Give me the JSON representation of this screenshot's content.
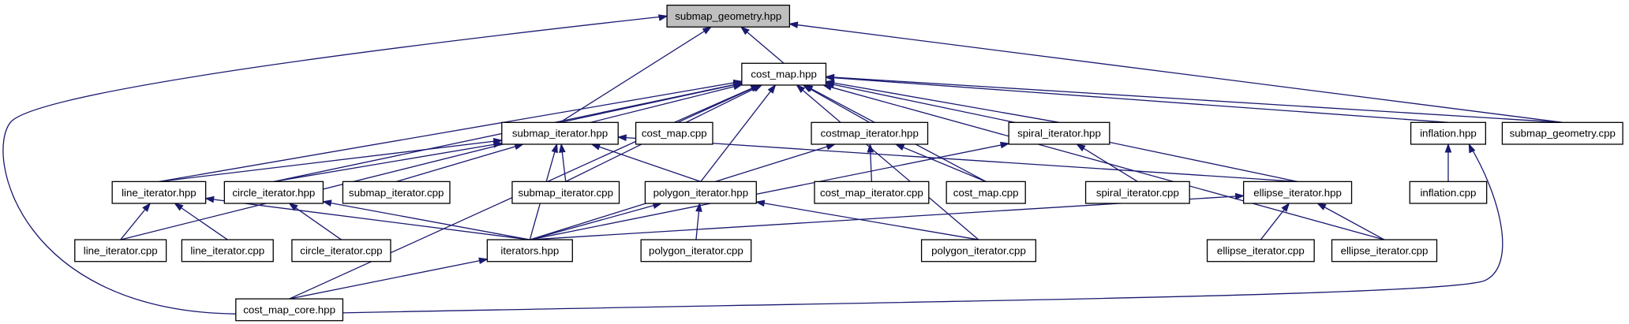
{
  "diagram": {
    "type": "include-dependency-graph",
    "colors": {
      "edge": "#191970",
      "root_fill": "#bfbfbf",
      "node_fill": "#ffffff",
      "node_border": "#000000"
    },
    "nodes": [
      {
        "id": "submap_geometry_hpp",
        "label": "submap_geometry.hpp",
        "root": true
      },
      {
        "id": "cost_map_hpp",
        "label": "cost_map.hpp"
      },
      {
        "id": "submap_iterator_hpp",
        "label": "submap_iterator.hpp"
      },
      {
        "id": "cost_map_cpp_a",
        "label": "cost_map.cpp"
      },
      {
        "id": "costmap_iterator_hpp",
        "label": "costmap_iterator.hpp"
      },
      {
        "id": "spiral_iterator_hpp",
        "label": "spiral_iterator.hpp"
      },
      {
        "id": "inflation_hpp",
        "label": "inflation.hpp"
      },
      {
        "id": "submap_geometry_cpp",
        "label": "submap_geometry.cpp"
      },
      {
        "id": "line_iterator_hpp",
        "label": "line_iterator.hpp"
      },
      {
        "id": "circle_iterator_hpp",
        "label": "circle_iterator.hpp"
      },
      {
        "id": "submap_iterator_cpp_a",
        "label": "submap_iterator.cpp"
      },
      {
        "id": "submap_iterator_cpp_b",
        "label": "submap_iterator.cpp"
      },
      {
        "id": "polygon_iterator_hpp",
        "label": "polygon_iterator.hpp"
      },
      {
        "id": "cost_map_iterator_cpp",
        "label": "cost_map_iterator.cpp"
      },
      {
        "id": "cost_map_cpp_b",
        "label": "cost_map.cpp"
      },
      {
        "id": "spiral_iterator_cpp",
        "label": "spiral_iterator.cpp"
      },
      {
        "id": "ellipse_iterator_hpp",
        "label": "ellipse_iterator.hpp"
      },
      {
        "id": "inflation_cpp",
        "label": "inflation.cpp"
      },
      {
        "id": "line_iterator_cpp_a",
        "label": "line_iterator.cpp"
      },
      {
        "id": "line_iterator_cpp_b",
        "label": "line_iterator.cpp"
      },
      {
        "id": "circle_iterator_cpp",
        "label": "circle_iterator.cpp"
      },
      {
        "id": "iterators_hpp",
        "label": "iterators.hpp"
      },
      {
        "id": "polygon_iterator_cpp_a",
        "label": "polygon_iterator.cpp"
      },
      {
        "id": "polygon_iterator_cpp_b",
        "label": "polygon_iterator.cpp"
      },
      {
        "id": "ellipse_iterator_cpp_a",
        "label": "ellipse_iterator.cpp"
      },
      {
        "id": "ellipse_iterator_cpp_b",
        "label": "ellipse_iterator.cpp"
      },
      {
        "id": "cost_map_core_hpp",
        "label": "cost_map_core.hpp"
      }
    ]
  }
}
